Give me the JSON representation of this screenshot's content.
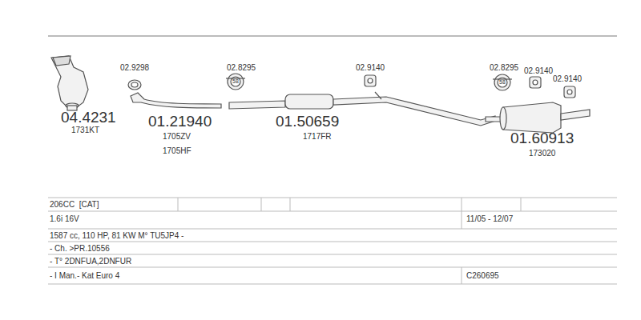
{
  "diagram": {
    "labels": [
      "02.9298",
      "02.8295",
      "58",
      "02.9140",
      "02.8295",
      "58",
      "02.9140",
      "02.9140",
      "04.4231",
      "1731KT",
      "01.21940",
      "1705ZV",
      "1705HF",
      "01.50659",
      "1717FR",
      "01.60913",
      "173020",
      "206CC  [CAT]",
      "1.6i 16V",
      "11/05 - 12/07",
      "1587 cc, 110 HP, 81 KW M° TU5JP4 -",
      "- Ch. >PR.10556",
      "- T° 2DNFUA,2DNFUR",
      "- I Man.- Kat Euro 4",
      "C260695"
    ]
  }
}
